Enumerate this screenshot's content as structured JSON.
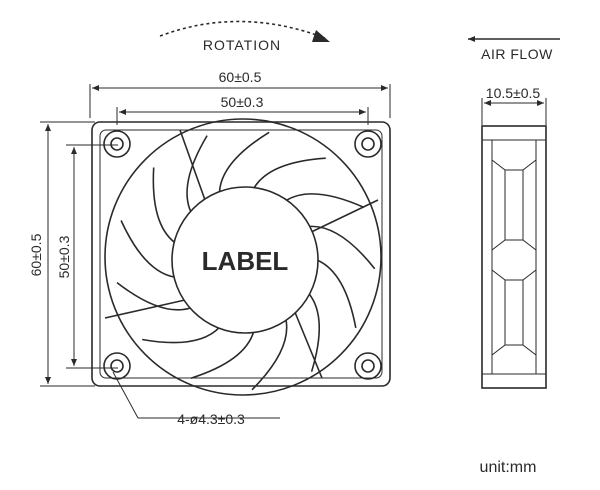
{
  "rotation_label": "ROTATION",
  "airflow_label": "AIR FLOW",
  "dims": {
    "overall_width": "60±0.5",
    "hole_spacing_width": "50±0.3",
    "overall_height": "60±0.5",
    "hole_spacing_height": "50±0.3",
    "thickness": "10.5±0.5",
    "mount_holes": "4-ø4.3±0.3"
  },
  "center_label": "LABEL",
  "unit_label": "unit:mm"
}
